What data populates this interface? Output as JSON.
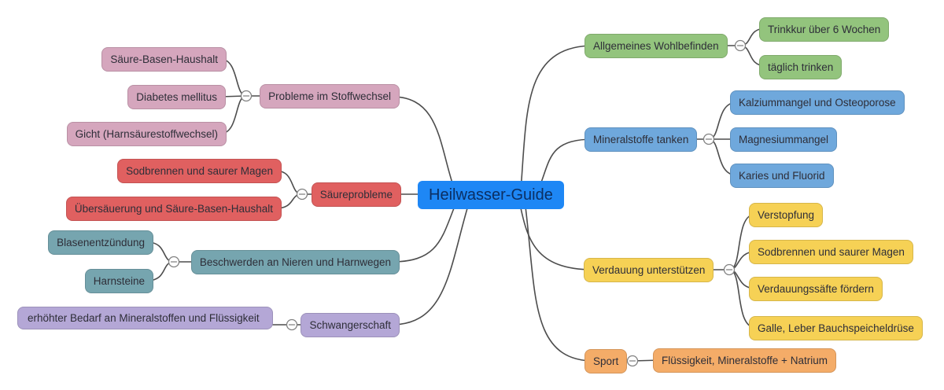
{
  "app": {
    "title": "Heilwasser-Guide",
    "background_color": "#ffffff",
    "connector_color": "#4d4d4d",
    "toggle_state": "expanded"
  },
  "center": {
    "label": "Heilwasser-Guide",
    "color": "#1e87f5",
    "text_color": "#0b2f63"
  },
  "branches": [
    {
      "label": "Probleme im Stoffwechsel",
      "color": "#d5a6bd",
      "side": "left",
      "children": [
        {
          "label": "Säure-Basen-Haushalt"
        },
        {
          "label": "Diabetes mellitus"
        },
        {
          "label": "Gicht (Harnsäurestoffwechsel)"
        }
      ]
    },
    {
      "label": "Säureprobleme",
      "color": "#e06060",
      "side": "left",
      "children": [
        {
          "label": "Sodbrennen und saurer Magen"
        },
        {
          "label": "Übersäuerung und Säure-Basen-Haushalt"
        }
      ]
    },
    {
      "label": "Beschwerden an Nieren und Harnwegen",
      "color": "#76a5af",
      "side": "left",
      "children": [
        {
          "label": "Blasenentzündung"
        },
        {
          "label": "Harnsteine"
        }
      ]
    },
    {
      "label": "Schwangerschaft",
      "color": "#b4a7d6",
      "side": "left",
      "children": [
        {
          "label": "erhöhter Bedarf an Mineralstoffen und Flüssigkeit"
        }
      ]
    },
    {
      "label": "Allgemeines Wohlbefinden",
      "color": "#93c47d",
      "side": "right",
      "children": [
        {
          "label": "Trinkkur über 6 Wochen"
        },
        {
          "label": "täglich trinken"
        }
      ]
    },
    {
      "label": "Mineralstoffe tanken",
      "color": "#6fa8dc",
      "side": "right",
      "children": [
        {
          "label": "Kalziummangel und Osteoporose"
        },
        {
          "label": "Magnesiummangel"
        },
        {
          "label": "Karies und Fluorid"
        }
      ]
    },
    {
      "label": "Verdauung unterstützen",
      "color": "#f6d155",
      "side": "right",
      "children": [
        {
          "label": "Verstopfung"
        },
        {
          "label": "Sodbrennen und saurer Magen"
        },
        {
          "label": "Verdauungssäfte fördern"
        },
        {
          "label": "Galle, Leber Bauchspeicheldrüse"
        }
      ]
    },
    {
      "label": "Sport",
      "color": "#f4ac68",
      "side": "right",
      "children": [
        {
          "label": "Flüssigkeit, Mineralstoffe + Natrium"
        }
      ]
    }
  ]
}
